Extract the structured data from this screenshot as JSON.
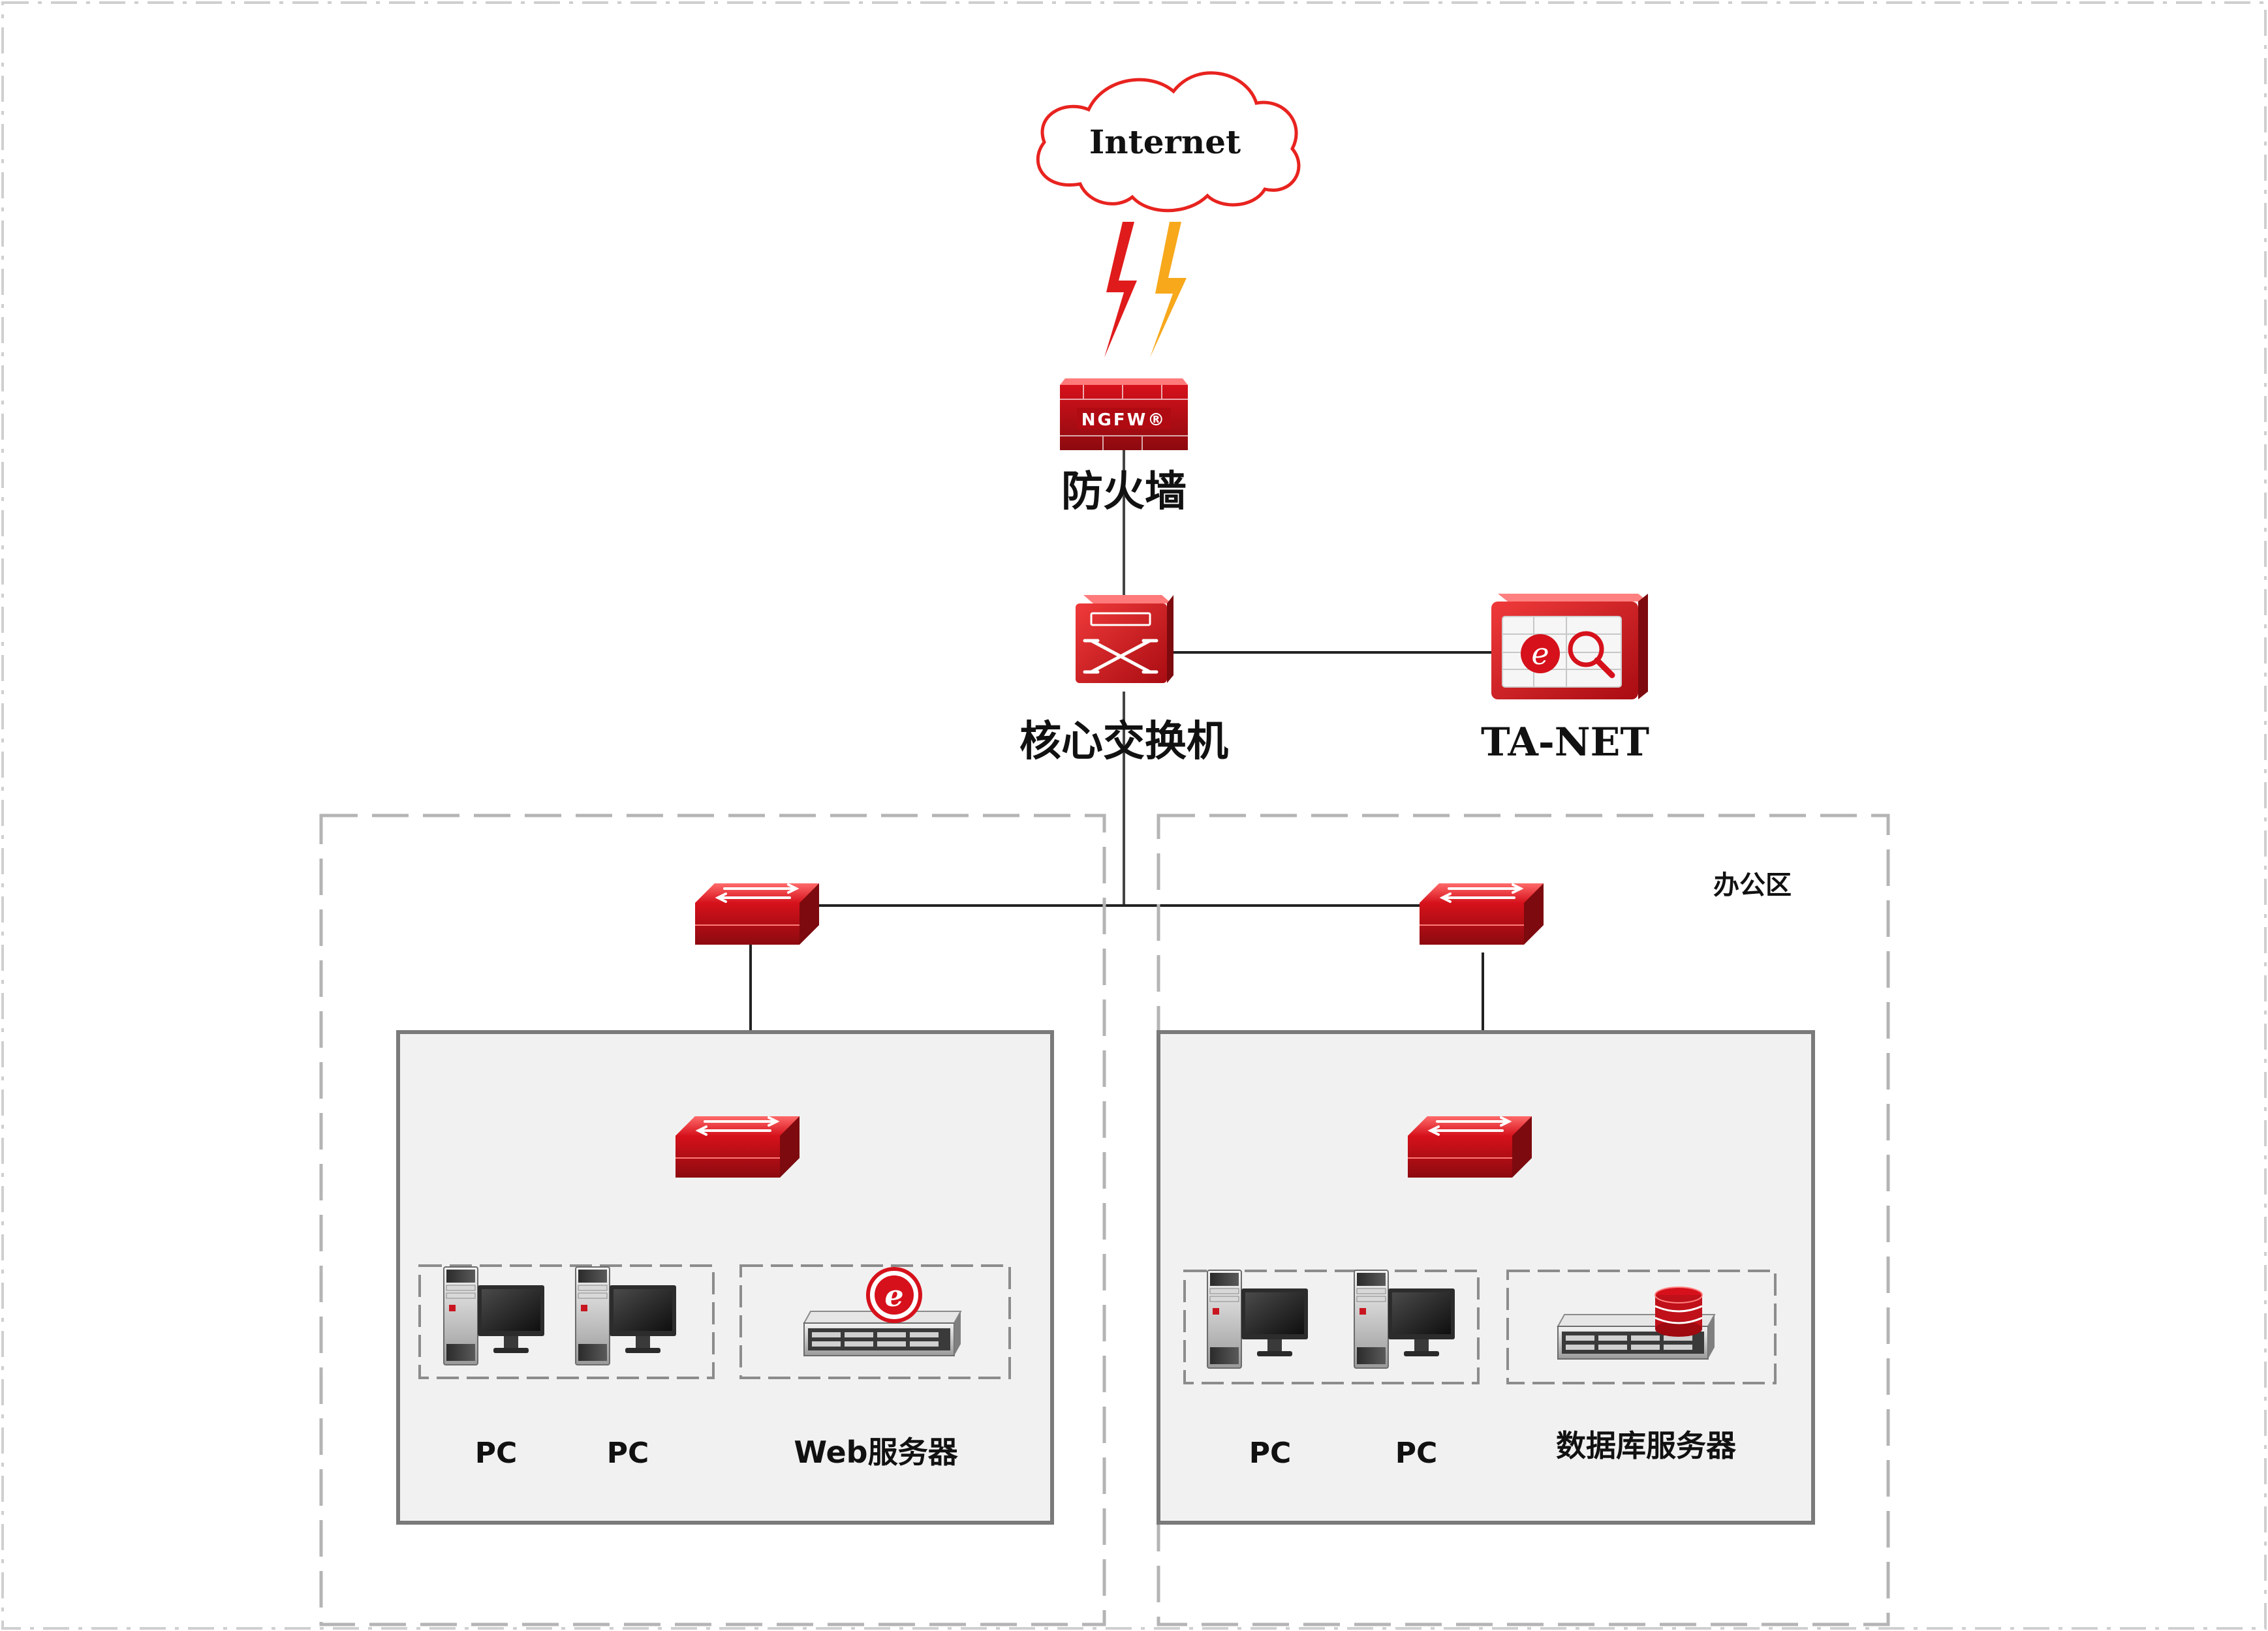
{
  "nodes": {
    "internet": "Internet",
    "firewall": "防火墙",
    "firewall_badge": "NGFW®",
    "core_switch": "核心交换机",
    "ta_net": "TA-NET"
  },
  "zones": {
    "office": {
      "label": "办公区"
    }
  },
  "left_group": {
    "pc1": "PC",
    "pc2": "PC",
    "server": "Web服务器"
  },
  "right_group": {
    "pc1": "PC",
    "pc2": "PC",
    "server": "数据库服务器"
  },
  "colors": {
    "device_red": "#d6111b",
    "device_dark_red": "#9e0a10",
    "bolt_red": "#e01b1b",
    "bolt_orange": "#f7a81b",
    "cloud_stroke": "#e8231f",
    "zone_dash": "#b4b4b4",
    "group_fill": "#f1f1f1",
    "group_border": "#7a7a7a",
    "link": "#222222"
  },
  "icons": {
    "internet": "cloud-icon",
    "link": "lightning-bolt-icon",
    "firewall": "firewall-icon",
    "core_switch": "core-switch-icon",
    "ta_net": "ta-net-appliance-icon",
    "access_switch": "switch-icon",
    "pc": "pc-tower-icon",
    "web_server": "web-server-icon",
    "db_server": "database-server-icon"
  }
}
